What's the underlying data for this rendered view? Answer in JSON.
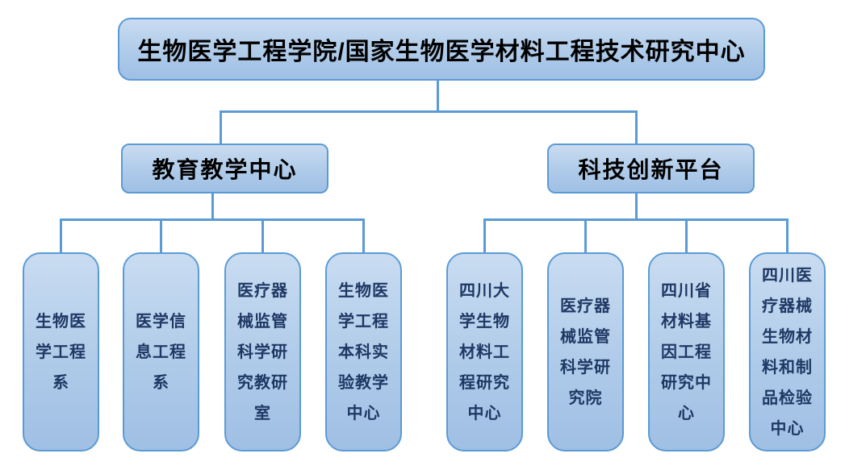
{
  "org": {
    "root": {
      "label": "生物医学工程学院/国家生物医学材料工程技术研究中心"
    },
    "branches": [
      {
        "label": "教育教学中心",
        "children": [
          {
            "label": "生物医学工程系"
          },
          {
            "label": "医学信息工程系"
          },
          {
            "label": "医疗器械监管科学研究教研室"
          },
          {
            "label": "生物医学工程本科实验教学中心"
          }
        ]
      },
      {
        "label": "科技创新平台",
        "children": [
          {
            "label": "四川大学生物材料工程研究中心"
          },
          {
            "label": "医疗器械监管科学研究院"
          },
          {
            "label": "四川省材料基因工程研究中心"
          },
          {
            "label": "四川医疗器械生物材料和制品检验中心"
          }
        ]
      }
    ],
    "colors": {
      "box_border": "#5B9BD5",
      "connector_line": "#5B9BD5",
      "box_fill_top": "#C9DCF1",
      "box_fill_bottom": "#9FBFE4",
      "root_text": "#000000",
      "branch_text": "#000000",
      "leaf_text": "#1F3864",
      "background": "#FFFFFF"
    }
  }
}
